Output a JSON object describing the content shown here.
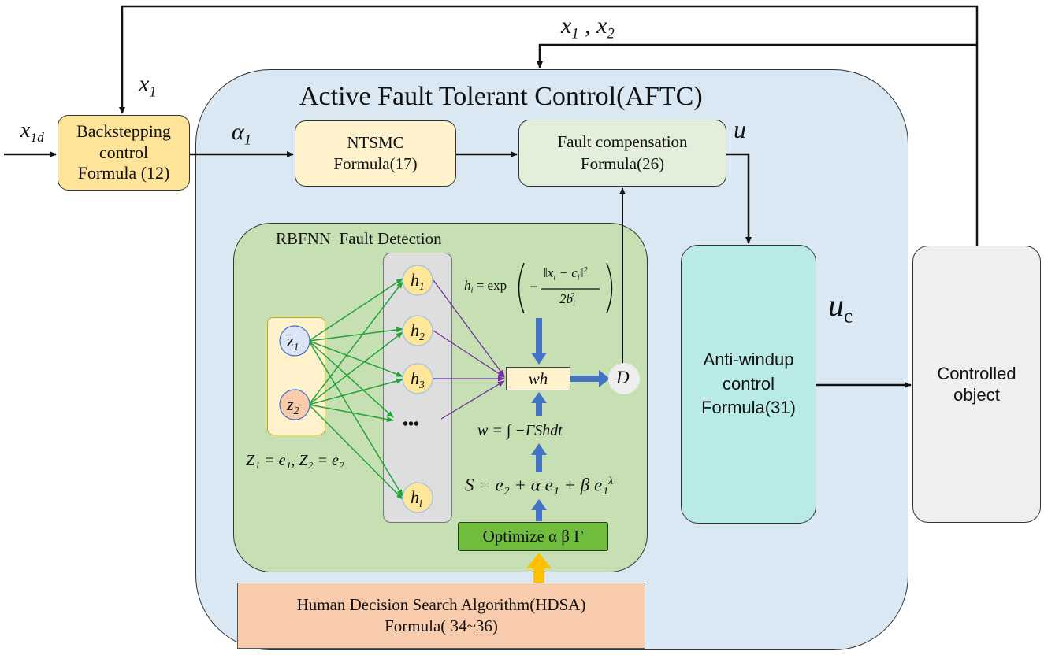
{
  "aftc": {
    "title": "Active Fault Tolerant Control(AFTC)"
  },
  "backstepping": {
    "line1": "Backstepping",
    "line2": "control",
    "line3": "Formula (12)"
  },
  "ntsmc": {
    "line1": "NTSMC",
    "line2": "Formula(17)"
  },
  "fault_comp": {
    "line1": "Fault compensation",
    "line2": "Formula(26)"
  },
  "anti_windup": {
    "line1": "Anti-windup",
    "line2": "control",
    "line3": "Formula(31)"
  },
  "controlled": {
    "line1": "Controlled",
    "line2": "object"
  },
  "rbfnn": {
    "title": "RBFNN  Fault Detection"
  },
  "hdsa": {
    "line1": "Human Decision Search Algorithm(HDSA)",
    "line2": "Formula( 34~36)"
  },
  "optimize": {
    "label": "Optimize α β Γ"
  },
  "signals": {
    "x1d": "x",
    "x1d_sub": "1d",
    "x1": "x",
    "x1_sub": "1",
    "feedback": "x",
    "feedback_sub1": "1",
    "feedback_mid": " , x",
    "feedback_sub2": "2",
    "alpha1": "α",
    "alpha1_sub": "1",
    "u": "u",
    "uc": "u",
    "uc_sub": "c",
    "D": "D"
  },
  "network": {
    "inputs": [
      {
        "sym": "z",
        "sub": "1"
      },
      {
        "sym": "z",
        "sub": "2"
      }
    ],
    "hidden": [
      {
        "sym": "h",
        "sub": "1"
      },
      {
        "sym": "h",
        "sub": "2"
      },
      {
        "sym": "h",
        "sub": "3"
      },
      {
        "sym": "h",
        "sub": "i"
      }
    ],
    "ellipsis": "•••",
    "wh": "wh",
    "input_eq": "Z₁ = e₁, Z₂ = e₂"
  },
  "formulas": {
    "hi_lhs": "h",
    "hi_sub": "i",
    "hi_eq": "= exp",
    "hi_num": "‖x",
    "hi_num_sub1": "i",
    "hi_num_mid": " − c",
    "hi_num_sub2": "i",
    "hi_num_end": "‖",
    "hi_num_sup": "2",
    "hi_den": "2b",
    "hi_den_sub": "i",
    "hi_den_sup": "2",
    "w_eq": "w = ∫ −ΓShdt",
    "s_eq": "S = e₂ + α e₁ + β e₁",
    "s_sup": "λ"
  },
  "colors": {
    "backstepping_fill": "#ffe49a",
    "ntsmc_fill": "#fff2cc",
    "fault_comp_fill": "#e3efda",
    "aftc_fill": "#dae8f4",
    "rbfnn_fill": "#c6e0b4",
    "anti_windup_fill": "#b8ebe7",
    "controlled_fill": "#efefef",
    "hdsa_fill": "#f8cbad",
    "optimize_fill": "#70bc3c",
    "hidden_fill": "#ffe699",
    "z1_fill": "#dbe5f5",
    "z2_fill": "#f8cbad",
    "green_line": "#21a336",
    "purple_line": "#7030a0",
    "blue_arrow": "#4472c4",
    "orange_arrow": "#ffc000"
  }
}
